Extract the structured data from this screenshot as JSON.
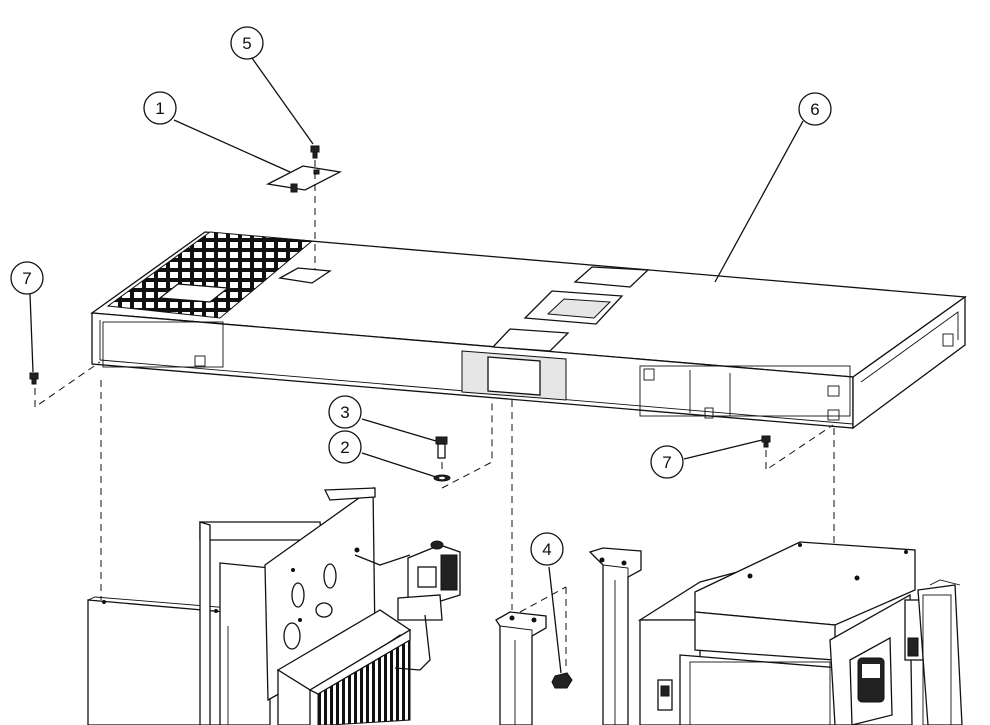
{
  "diagram": {
    "callouts": [
      {
        "id": "c5",
        "label": "5"
      },
      {
        "id": "c1",
        "label": "1"
      },
      {
        "id": "c6",
        "label": "6"
      },
      {
        "id": "c7a",
        "label": "7"
      },
      {
        "id": "c3",
        "label": "3"
      },
      {
        "id": "c2",
        "label": "2"
      },
      {
        "id": "c7b",
        "label": "7"
      },
      {
        "id": "c4",
        "label": "4"
      }
    ]
  },
  "colors": {
    "line": "#111111",
    "background": "#ffffff",
    "panel_fill": "#e6e6e6"
  }
}
